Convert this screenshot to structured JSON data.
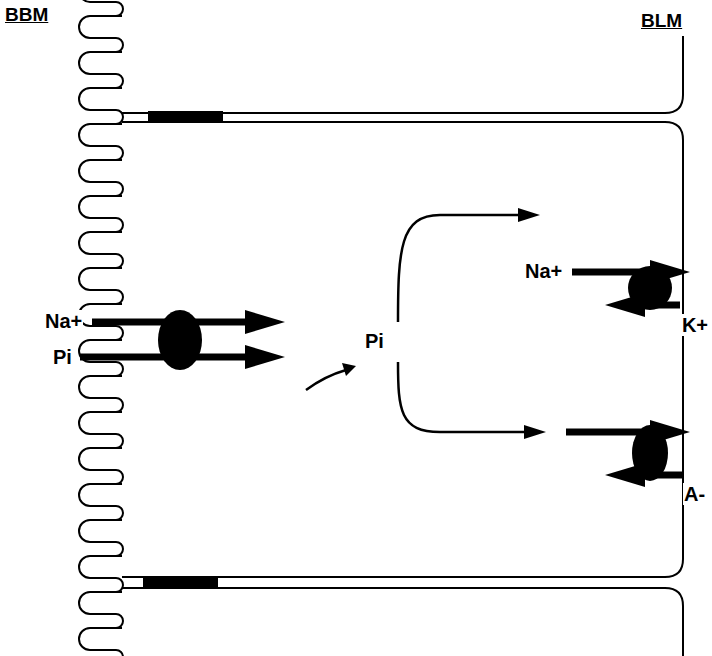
{
  "diagram": {
    "labels": [
      "BBM",
      "BLM",
      "Na+",
      "Pi",
      "Pi",
      "Na+",
      "K+",
      "A-"
    ]
  }
}
